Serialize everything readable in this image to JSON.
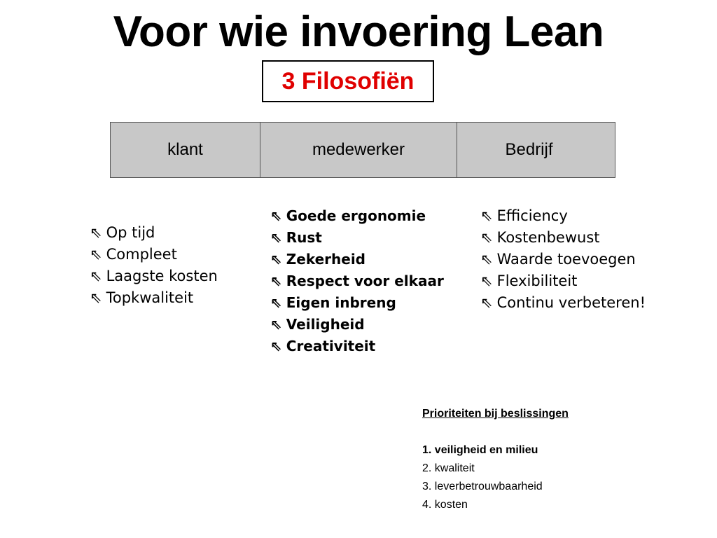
{
  "slide": {
    "title": "Voor wie invoering Lean",
    "subtitle": "3 Filosofiën",
    "subtitle_color": "#e00000",
    "bullet_glyph": "⇖",
    "header_bg": "#c8c8c8",
    "columns": [
      {
        "header": "klant",
        "items": [
          "Op tijd",
          "Compleet",
          "Laagste kosten",
          "Topkwaliteit"
        ]
      },
      {
        "header": "medewerker",
        "items": [
          "Goede ergonomie",
          "Rust",
          "Zekerheid",
          "Respect voor elkaar",
          "Eigen inbreng",
          "Veiligheid",
          "Creativiteit"
        ]
      },
      {
        "header": "Bedrijf",
        "items": [
          "Efficiency",
          "Kostenbewust",
          "Waarde toevoegen",
          "Flexibiliteit",
          "Continu verbeteren!"
        ]
      }
    ],
    "priorities": {
      "title": "Prioriteiten bij beslissingen",
      "items": [
        "1. veiligheid en milieu",
        "2. kwaliteit",
        "3. leverbetrouwbaarheid",
        "4. kosten"
      ]
    }
  }
}
